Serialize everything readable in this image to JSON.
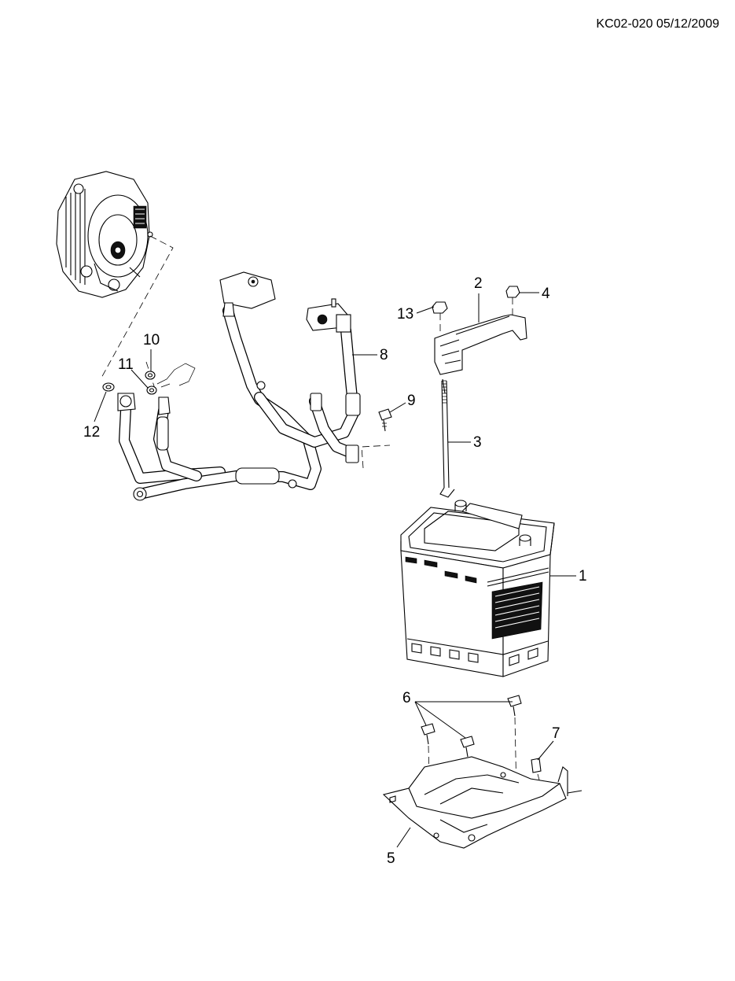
{
  "header": {
    "code": "KC02-020 05/12/2009"
  },
  "callouts": [
    {
      "id": "1",
      "label": "1"
    },
    {
      "id": "2",
      "label": "2"
    },
    {
      "id": "3",
      "label": "3"
    },
    {
      "id": "4",
      "label": "4"
    },
    {
      "id": "5",
      "label": "5"
    },
    {
      "id": "6",
      "label": "6"
    },
    {
      "id": "7",
      "label": "7"
    },
    {
      "id": "8",
      "label": "8"
    },
    {
      "id": "9",
      "label": "9"
    },
    {
      "id": "10",
      "label": "10"
    },
    {
      "id": "11",
      "label": "11"
    },
    {
      "id": "12",
      "label": "12"
    },
    {
      "id": "13",
      "label": "13"
    }
  ]
}
